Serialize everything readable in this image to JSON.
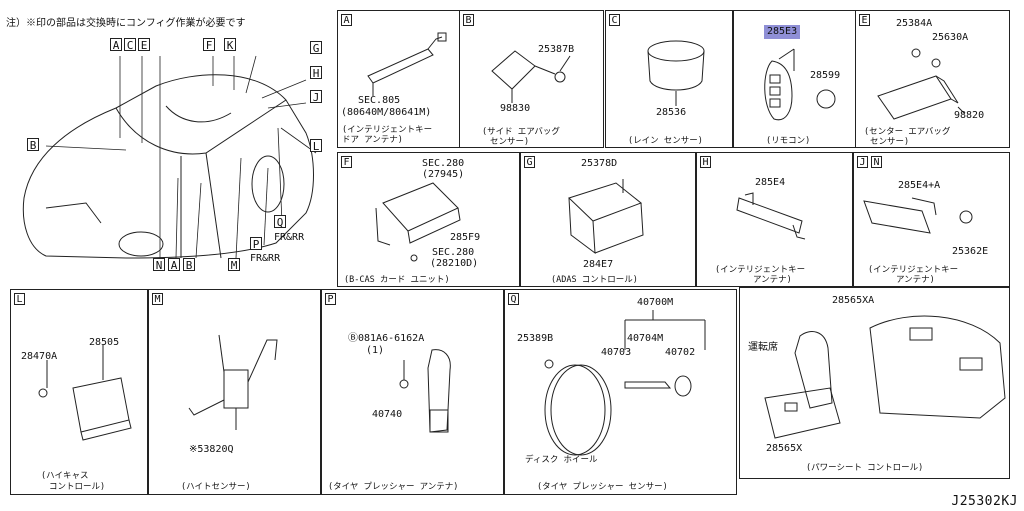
{
  "note": "注）※印の部品は交換時にコンフィグ作業が必要です",
  "code": "J25302KJ",
  "overview": {
    "letters": [
      "A",
      "C",
      "E",
      "F",
      "K",
      "G",
      "H",
      "J",
      "L",
      "B",
      "N",
      "A",
      "B",
      "M",
      "P",
      "Q"
    ],
    "fr_rr_1": "FR&RR",
    "fr_rr_2": "FR&RR"
  },
  "panels": {
    "A": {
      "letter": "A",
      "labels": [
        "SEC.805",
        "(80640M/80641M)"
      ],
      "caption": [
        "(インテリジェントキー",
        "ドア アンテナ)"
      ]
    },
    "B": {
      "letter": "B",
      "labels": [
        "25387B",
        "98830"
      ],
      "caption": [
        "(サイド エアバッグ",
        "センサー)"
      ]
    },
    "C": {
      "letter": "C",
      "labels": [
        "28536"
      ],
      "caption": [
        "(レイン センサー)"
      ]
    },
    "D": {
      "labels": [
        "285E3",
        "28599"
      ],
      "caption": [
        "(リモコン)"
      ]
    },
    "E": {
      "letter": "E",
      "labels": [
        "25384A",
        "25630A",
        "98820"
      ],
      "caption": [
        "(センター エアバッグ",
        "センサー)"
      ]
    },
    "F": {
      "letter": "F",
      "labels": [
        "SEC.280",
        "(27945)",
        "285F9",
        "SEC.280",
        "(28210D)"
      ],
      "caption": [
        "(B-CAS カード ユニット)"
      ]
    },
    "G": {
      "letter": "G",
      "labels": [
        "25378D",
        "284E7"
      ],
      "caption": [
        "(ADAS コントロール)"
      ]
    },
    "H": {
      "letter": "H",
      "labels": [
        "285E4"
      ],
      "caption": [
        "(インテリジェントキー",
        "アンテナ)"
      ]
    },
    "JN": {
      "letters": [
        "J",
        "N"
      ],
      "labels": [
        "285E4+A",
        "25362E"
      ],
      "caption": [
        "(インテリジェントキー",
        "アンテナ)"
      ]
    },
    "L": {
      "letter": "L",
      "labels": [
        "28470A",
        "28505"
      ],
      "caption": [
        "(ハイキャス",
        "コントロール)"
      ]
    },
    "M": {
      "letter": "M",
      "labels": [
        "※53820Q"
      ],
      "caption": [
        "(ハイトセンサー)"
      ]
    },
    "P": {
      "letter": "P",
      "labels": [
        "Ⓑ081A6-6162A",
        "(1)",
        "40740"
      ],
      "caption": [
        "(タイヤ プレッシャー アンテナ)"
      ]
    },
    "Q": {
      "letter": "Q",
      "labels": [
        "40700M",
        "25389B",
        "40704M",
        "40703",
        "40702",
        "ディスク ホイール"
      ],
      "caption": [
        "(タイヤ プレッシャー センサー)"
      ]
    },
    "S": {
      "labels": [
        "28565XA",
        "運転席",
        "28565X"
      ],
      "caption": [
        "(パワーシート コントロール)"
      ]
    }
  }
}
